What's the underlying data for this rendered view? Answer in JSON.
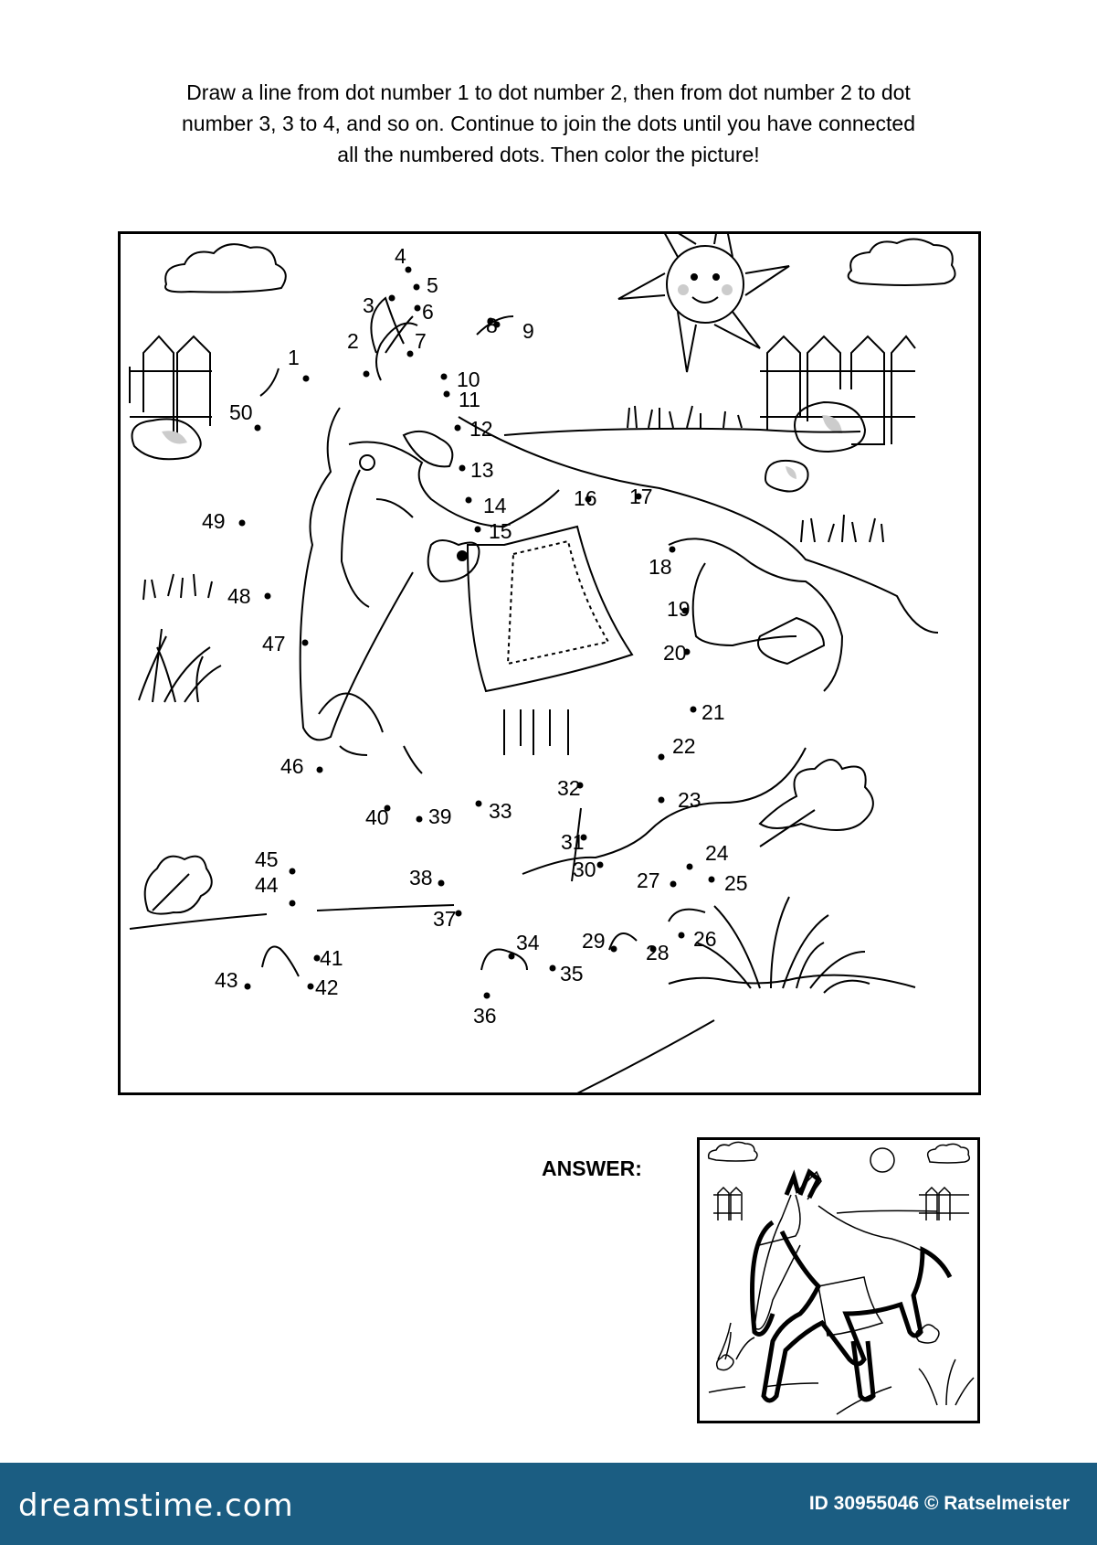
{
  "instructions": {
    "line1": "Draw a line from dot number 1 to dot number 2, then from dot number 2 to dot",
    "line2": "number 3, 3 to 4, and so on. Continue to join the dots until you have connected",
    "line3": "all the numbered dots. Then color the picture!"
  },
  "puzzle": {
    "dots": [
      {
        "n": "1"
      },
      {
        "n": "2"
      },
      {
        "n": "3"
      },
      {
        "n": "4"
      },
      {
        "n": "5"
      },
      {
        "n": "6"
      },
      {
        "n": "7"
      },
      {
        "n": "8"
      },
      {
        "n": "9"
      },
      {
        "n": "10"
      },
      {
        "n": "11"
      },
      {
        "n": "12"
      },
      {
        "n": "13"
      },
      {
        "n": "14"
      },
      {
        "n": "15"
      },
      {
        "n": "16"
      },
      {
        "n": "17"
      },
      {
        "n": "18"
      },
      {
        "n": "19"
      },
      {
        "n": "20"
      },
      {
        "n": "21"
      },
      {
        "n": "22"
      },
      {
        "n": "23"
      },
      {
        "n": "24"
      },
      {
        "n": "25"
      },
      {
        "n": "26"
      },
      {
        "n": "27"
      },
      {
        "n": "28"
      },
      {
        "n": "29"
      },
      {
        "n": "30"
      },
      {
        "n": "31"
      },
      {
        "n": "32"
      },
      {
        "n": "33"
      },
      {
        "n": "34"
      },
      {
        "n": "35"
      },
      {
        "n": "36"
      },
      {
        "n": "37"
      },
      {
        "n": "38"
      },
      {
        "n": "39"
      },
      {
        "n": "40"
      },
      {
        "n": "41"
      },
      {
        "n": "42"
      },
      {
        "n": "43"
      },
      {
        "n": "44"
      },
      {
        "n": "45"
      },
      {
        "n": "46"
      },
      {
        "n": "47"
      },
      {
        "n": "48"
      },
      {
        "n": "49"
      },
      {
        "n": "50"
      }
    ]
  },
  "answer": {
    "label": "ANSWER:"
  },
  "footer": {
    "brand": "dreamstime.com",
    "stock_id": "ID 30955046 © Ratselmeister",
    "bg_color": "#1b5d82"
  }
}
